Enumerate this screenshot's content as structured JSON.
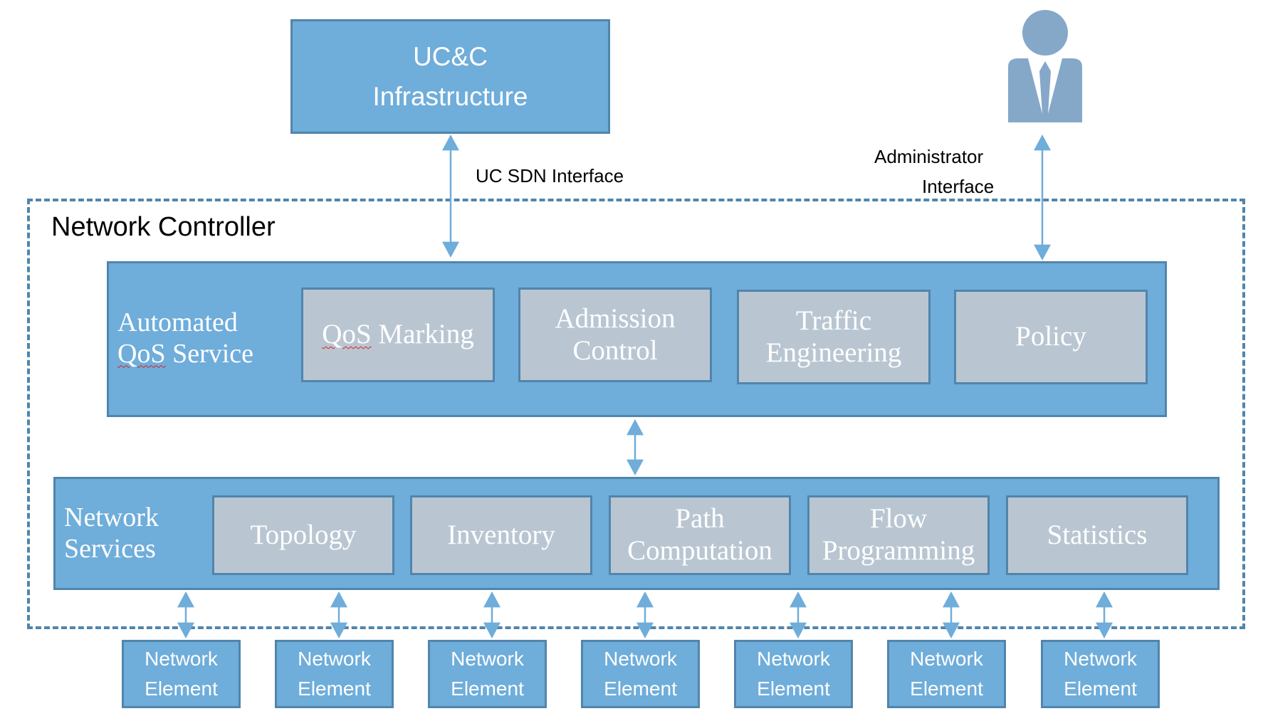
{
  "top": {
    "infrastructure_line1": "UC&C",
    "infrastructure_line2": "Infrastructure",
    "uc_interface_label": "UC SDN Interface",
    "admin_label_line1": "Administrator",
    "admin_label_line2": "Interface",
    "admin_icon": "person-icon"
  },
  "controller": {
    "title": "Network Controller",
    "qos": {
      "title_line1": "Automated",
      "title_line2_word1": "QoS",
      "title_line2_word2": " Service",
      "modules": [
        {
          "line1": "QoS",
          "line1b": " Marking",
          "line2": ""
        },
        {
          "line1": "Admission",
          "line2": "Control"
        },
        {
          "line1": "Traffic",
          "line2": "Engineering"
        },
        {
          "line1": "Policy",
          "line2": ""
        }
      ]
    },
    "services": {
      "title_line1": "Network",
      "title_line2": "Services",
      "modules": [
        {
          "line1": "Topology",
          "line2": ""
        },
        {
          "line1": "Inventory",
          "line2": ""
        },
        {
          "line1": "Path",
          "line2": "Computation"
        },
        {
          "line1": "Flow",
          "line2": "Programming"
        },
        {
          "line1": "Statistics",
          "line2": ""
        }
      ]
    }
  },
  "elements": [
    {
      "line1": "Network",
      "line2": "Element"
    },
    {
      "line1": "Network",
      "line2": "Element"
    },
    {
      "line1": "Network",
      "line2": "Element"
    },
    {
      "line1": "Network",
      "line2": "Element"
    },
    {
      "line1": "Network",
      "line2": "Element"
    },
    {
      "line1": "Network",
      "line2": "Element"
    },
    {
      "line1": "Network",
      "line2": "Element"
    }
  ],
  "colors": {
    "box_fill": "#6fadda",
    "box_border": "#5185ac",
    "module_fill": "#b9c6d2",
    "arrow": "#6fadda"
  }
}
